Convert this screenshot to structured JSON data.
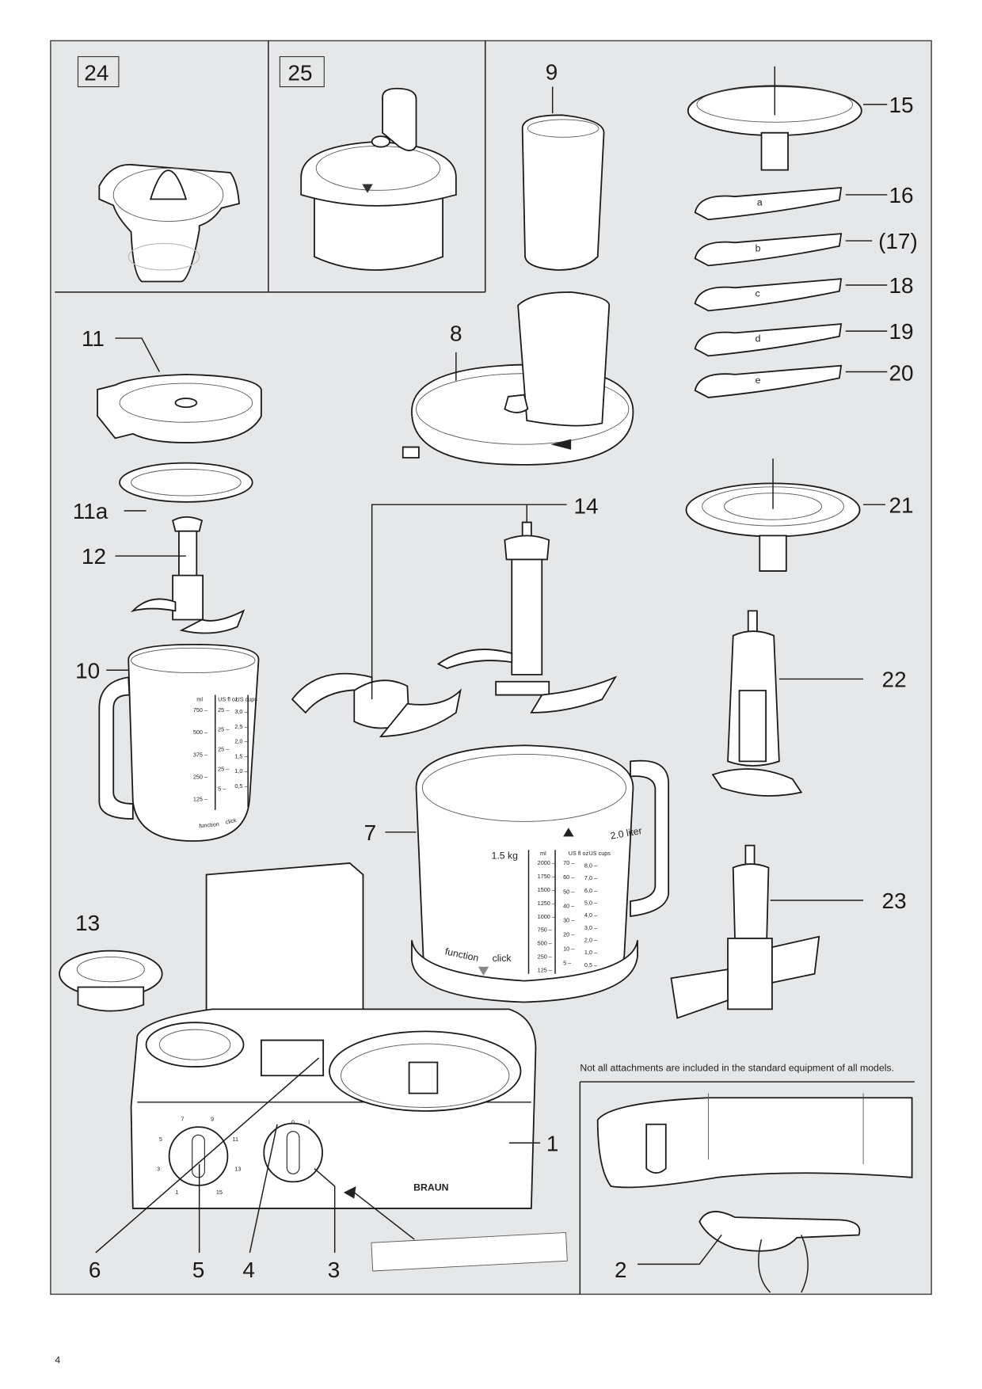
{
  "labels": {
    "p24": "24",
    "p25": "25",
    "p9": "9",
    "p15": "15",
    "p16": "16",
    "p17": "(17)",
    "p18": "18",
    "p19": "19",
    "p20": "20",
    "p11": "11",
    "p8": "8",
    "p11a": "11a",
    "p14": "14",
    "p21": "21",
    "p12": "12",
    "p10": "10",
    "p22": "22",
    "p7": "7",
    "p13": "13",
    "p23": "23",
    "p1": "1",
    "p6": "6",
    "p5": "5",
    "p4": "4",
    "p3": "3",
    "p2": "2"
  },
  "disc_letters": [
    "a",
    "b",
    "c",
    "d",
    "e"
  ],
  "note": "Not all attachments are included in the standard equipment of all models.",
  "page_number": "4",
  "brand": "BRAUN",
  "bowl7": {
    "capacity_kg": "1.5 kg",
    "capacity_l": "2.0 liter",
    "col_headers": [
      "ml",
      "US fl oz",
      "US cups"
    ],
    "ml": [
      "2000",
      "1750",
      "1500",
      "1250",
      "1000",
      "750",
      "500",
      "250",
      "125"
    ],
    "floz": [
      "70",
      "60",
      "50",
      "40",
      "30",
      "20",
      "10",
      "5"
    ],
    "cups": [
      "8,0",
      "7,0",
      "6,0",
      "5,0",
      "4,0",
      "3,0",
      "2,0",
      "1,0",
      "0,5"
    ],
    "function": "function",
    "click": "click"
  },
  "jug10": {
    "col_headers": [
      "ml",
      "US fl oz",
      "US cups"
    ],
    "ml": [
      "750",
      "500",
      "375",
      "250",
      "125"
    ],
    "floz": [
      "25",
      "25",
      "25",
      "25",
      "5"
    ],
    "cups": [
      "3,0",
      "2,5",
      "2,0",
      "1,5",
      "1,0",
      "0,5"
    ],
    "function": "function",
    "click": "click"
  },
  "speed_dial": [
    "1",
    "3",
    "5",
    "7",
    "9",
    "11",
    "13",
    "15"
  ],
  "switch_dial": [
    "0",
    "I"
  ]
}
